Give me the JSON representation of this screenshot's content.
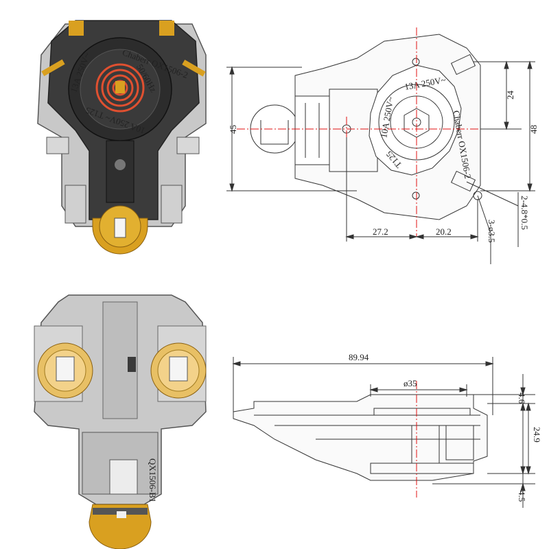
{
  "colors": {
    "body_gray": "#b9b9b9",
    "dark_plastic": "#3a3a3a",
    "gold_contact": "#d9a020",
    "copper_coil": "#e05030",
    "line": "#333333",
    "centerline_red": "#e01010"
  },
  "parts": {
    "top_left": {
      "ring_text_1": "Chaberr OX1506-2",
      "ring_text_2": "13A 250V~",
      "ring_text_3": "50/60Hz",
      "ring_text_4": "10A 250V~ T125"
    },
    "top_right": {
      "ring_text_1": "13A 250V~",
      "ring_text_2": "10A 250V~",
      "ring_text_3": "Chaberr OX1506-2",
      "ring_text_4": "T125"
    },
    "bottom_left": {
      "label_text": "QX1506-B1"
    }
  },
  "dimensions": {
    "overall_height": "45",
    "upper_height": "24",
    "right_height": "48",
    "left_offset": "27.2",
    "right_offset": "20.2",
    "terminal_spec": "2-4.8*0.5",
    "hole_spec": "3-ø3.5",
    "total_length": "89.94",
    "disc_diameter": "ø35",
    "top_thickness": "4.6",
    "body_height": "24.9",
    "bottom_thickness": "4.5"
  }
}
